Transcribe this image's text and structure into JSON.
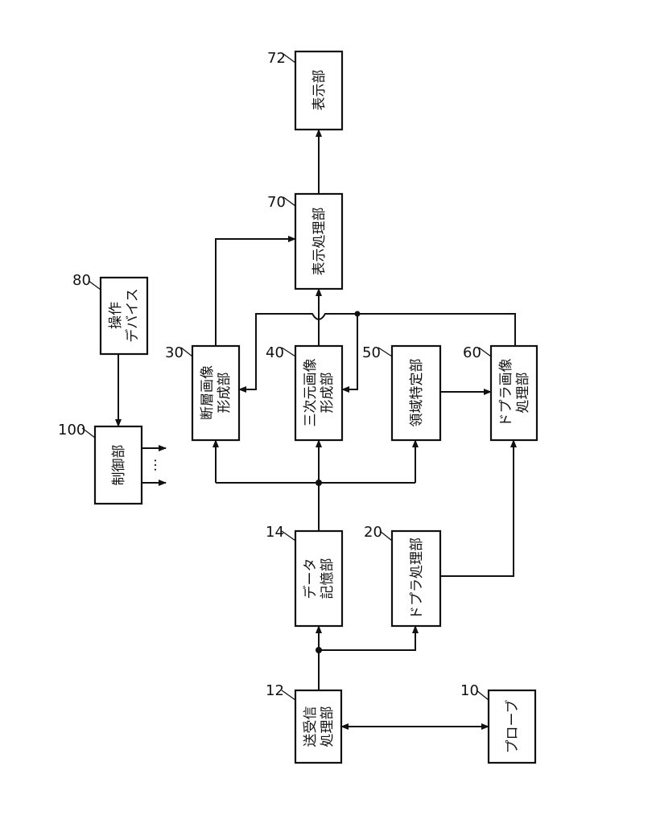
{
  "blocks": {
    "probe": {
      "lines": [
        "プローブ"
      ],
      "ref": "10"
    },
    "txrx": {
      "lines": [
        "送受信",
        "処理部"
      ],
      "ref": "12"
    },
    "data_store": {
      "lines": [
        "データ",
        "記憶部"
      ],
      "ref": "14"
    },
    "doppler_proc": {
      "lines": [
        "ドプラ処理部"
      ],
      "ref": "20"
    },
    "tomo": {
      "lines": [
        "断層画像",
        "形成部"
      ],
      "ref": "30"
    },
    "threed": {
      "lines": [
        "三次元画像",
        "形成部"
      ],
      "ref": "40"
    },
    "region": {
      "lines": [
        "領域特定部"
      ],
      "ref": "50"
    },
    "doppler_img": {
      "lines": [
        "ドプラ画像",
        "処理部"
      ],
      "ref": "60"
    },
    "disp_proc": {
      "lines": [
        "表示処理部"
      ],
      "ref": "70"
    },
    "display": {
      "lines": [
        "表示部"
      ],
      "ref": "72"
    },
    "op_device": {
      "lines": [
        "操作",
        "デバイス"
      ],
      "ref": "80"
    },
    "control": {
      "lines": [
        "制御部"
      ],
      "ref": "100"
    }
  },
  "control_outputs_ellipsis": "…"
}
